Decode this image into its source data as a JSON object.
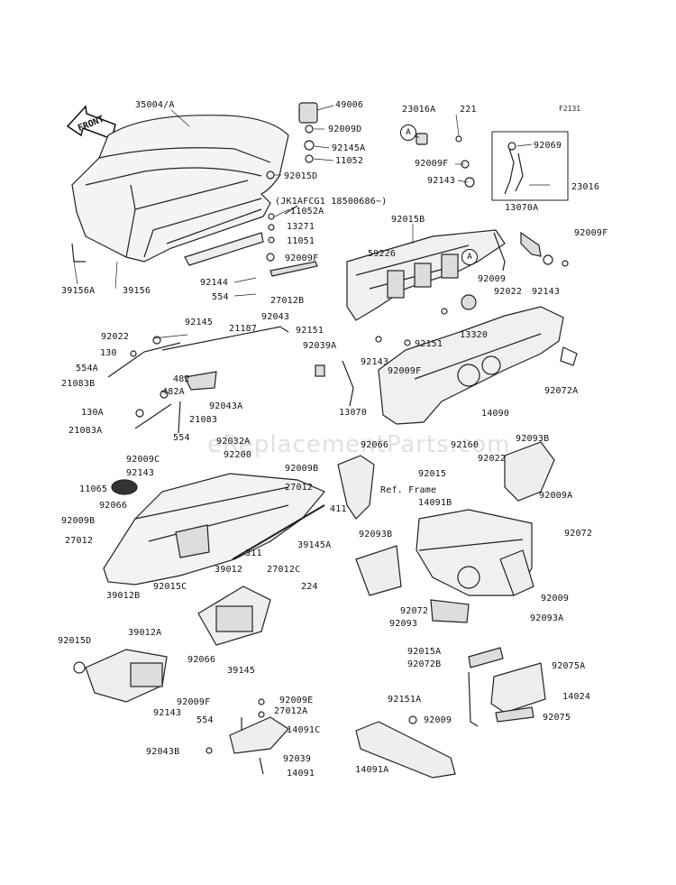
{
  "figure_code": "F2131",
  "front_label": "FRONT",
  "callout_a": "A",
  "watermark": "eReplacementParts.com",
  "ref_frame": "Ref. Frame",
  "serial_note": "(JK1AFCG1 18500686~)",
  "parts": {
    "p35004A": "35004/A",
    "p49006": "49006",
    "p92009D": "92009D",
    "p92145A": "92145A",
    "p11052": "11052",
    "p92015D_top": "92015D",
    "p11052A": "11052A",
    "p13271": "13271",
    "p11051": "11051",
    "p92009F_a": "92009F",
    "p39156A": "39156A",
    "p39156": "39156",
    "p23016A": "23016A",
    "p221": "221",
    "p92009F_b": "92009F",
    "p92143_a": "92143",
    "p92015B": "92015B",
    "p59226": "59226",
    "p92009_a": "92009",
    "p92069": "92069",
    "p23016": "23016",
    "p13070A": "13070A",
    "p92009F_c": "92009F",
    "p92022_a": "92022",
    "p92143_b": "92143",
    "p92144": "92144",
    "p554_a": "554",
    "p27012B": "27012B",
    "p92043": "92043",
    "p92022_b": "92022",
    "p92145": "92145",
    "p21187": "21187",
    "p92151_a": "92151",
    "p130": "130",
    "p554A": "554A",
    "p21083B": "21083B",
    "p482": "482",
    "p482A": "482A",
    "p92043A": "92043A",
    "p130A": "130A",
    "p21083": "21083",
    "p21083A": "21083A",
    "p554_b": "554",
    "p92039A": "92039A",
    "p92143_c": "92143",
    "p92009F_d": "92009F",
    "p92151_b": "92151",
    "p13320": "13320",
    "p13070": "13070",
    "p14090": "14090",
    "p92072A": "92072A",
    "p92009C": "92009C",
    "p92032A": "92032A",
    "p92200": "92200",
    "p92143_d": "92143",
    "p92009B_a": "92009B",
    "p11065": "11065",
    "p27012_a": "27012",
    "p92066_a": "92066",
    "p92009B_b": "92009B",
    "p27012_b": "27012",
    "p39145A": "39145A",
    "p92066_b": "92066",
    "p411": "411",
    "p92160": "92160",
    "p92093B_a": "92093B",
    "p92015": "92015",
    "p92022_c": "92022",
    "p92009A": "92009A",
    "p14091B": "14091B",
    "p92072_a": "92072",
    "p92093B_b": "92093B",
    "p311": "311",
    "p39012": "39012",
    "p27012C": "27012C",
    "p224": "224",
    "p92015C": "92015C",
    "p39012B": "39012B",
    "p39012A": "39012A",
    "p92015D": "92015D",
    "p92066_c": "92066",
    "p39145": "39145",
    "p92009F_e": "92009F",
    "p92143_e": "92143",
    "p92072_b": "92072",
    "p92093": "92093",
    "p92009_b": "92009",
    "p92093A": "92093A",
    "p92015A": "92015A",
    "p92072B": "92072B",
    "p92075A": "92075A",
    "p92151A": "92151A",
    "p14024": "14024",
    "p92075": "92075",
    "p92009E": "92009E",
    "p27012A": "27012A",
    "p554_c": "554",
    "p14091C": "14091C",
    "p92043B": "92043B",
    "p92039": "92039",
    "p14091": "14091",
    "p92009_c": "92009",
    "p14091A": "14091A"
  }
}
